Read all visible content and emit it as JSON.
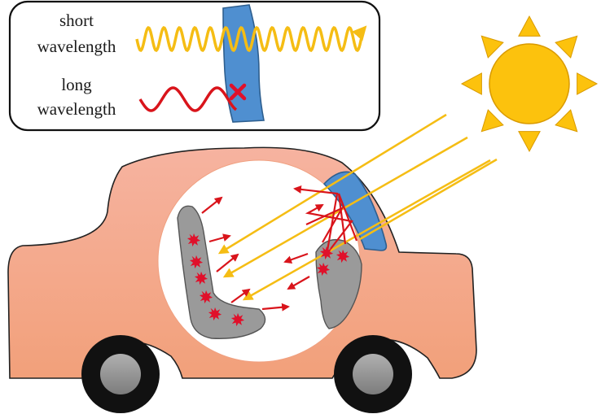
{
  "legend": {
    "short_label_line1": "short",
    "short_label_line2": "wavelength",
    "long_label_line1": "long",
    "long_label_line2": "wavelength"
  },
  "colors": {
    "short_wave": "#f5bd14",
    "long_wave": "#d9141b",
    "glass": "#4f8fd0",
    "glass_stroke": "#2e5f8f",
    "car_body": "#f4a88a",
    "cabin": "#ffffff",
    "seat": "#9a9a9a",
    "sun": "#fcc20d",
    "sun_stroke": "#d99a00",
    "wheel": "#111111",
    "hub": "#9c9c9c",
    "block_mark": "#e0102a"
  },
  "icons": {
    "sun": "sun-icon",
    "block": "x-mark-icon",
    "heat_spot": "starburst-icon"
  }
}
